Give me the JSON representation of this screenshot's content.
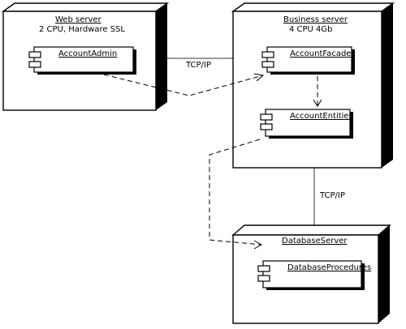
{
  "nodes": {
    "web_server": {
      "name": "Web server",
      "spec": "2 CPU, Hardware SSL"
    },
    "business_server": {
      "name": "Business server",
      "spec": "4 CPU 4Gb"
    },
    "database_server": {
      "name": "DatabaseServer"
    }
  },
  "components": {
    "account_admin": "AccountAdmin",
    "account_facade": "AccountFacade",
    "account_entities": "AccountEntities",
    "database_procedures": "DatabaseProcedures"
  },
  "links": {
    "web_to_business": "TCP/IP",
    "business_to_database": "TCP/IP"
  }
}
